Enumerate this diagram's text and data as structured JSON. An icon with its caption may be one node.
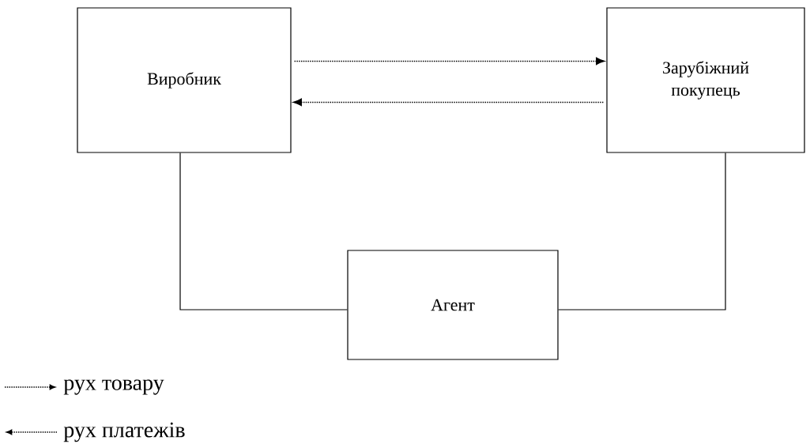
{
  "diagram": {
    "nodes": [
      {
        "text": [
          "Виробник"
        ]
      },
      {
        "text": [
          "Зарубіжний покупець"
        ]
      },
      {
        "text": [
          "Агент"
        ]
      }
    ],
    "edges": [
      {
        "from": 0,
        "to": 1,
        "arrow": "to",
        "style": "dashed"
      },
      {
        "from": 1,
        "to": 0,
        "arrow": "to",
        "style": "dashed"
      },
      {
        "from": 0,
        "to": 2,
        "arrow": "none"
      },
      {
        "from": 1,
        "to": 2,
        "arrow": "none"
      }
    ],
    "legend": [
      {
        "text": "рух товару"
      },
      {
        "text": "рух платежів"
      }
    ]
  }
}
